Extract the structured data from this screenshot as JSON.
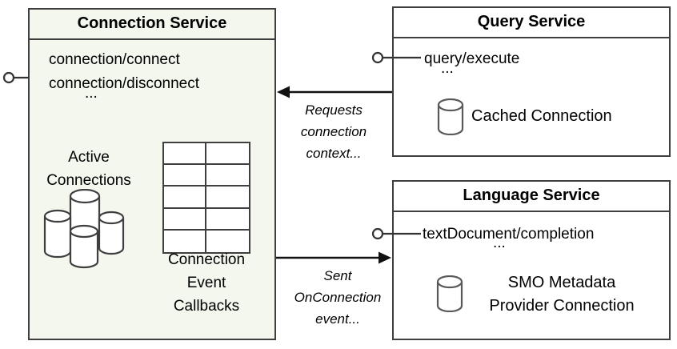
{
  "connection_service": {
    "title": "Connection Service",
    "methods": [
      "connection/connect",
      "connection/disconnect",
      "..."
    ],
    "active_connections_label": "Active\nConnections",
    "callbacks_label": "Connection\nEvent\nCallbacks"
  },
  "query_service": {
    "title": "Query Service",
    "method": "query/execute",
    "ellipsis": "...",
    "connection_label": "Cached Connection"
  },
  "language_service": {
    "title": "Language Service",
    "method": "textDocument/completion",
    "ellipsis": "...",
    "connection_label": "SMO Metadata\nProvider Connection"
  },
  "annotations": {
    "requests_label": "Requests\nconnection\ncontext...",
    "sent_label": "Sent\nOnConnection\nevent..."
  },
  "icons": {
    "interface_lollipop": "provided-interface-circle",
    "database": "database-cylinder",
    "table": "table-grid"
  },
  "colors": {
    "connection_box_fill": "#f3f7ee",
    "service_box_fill": "#ffffff",
    "border": "#3f3f3f",
    "arrow": "#111111"
  }
}
